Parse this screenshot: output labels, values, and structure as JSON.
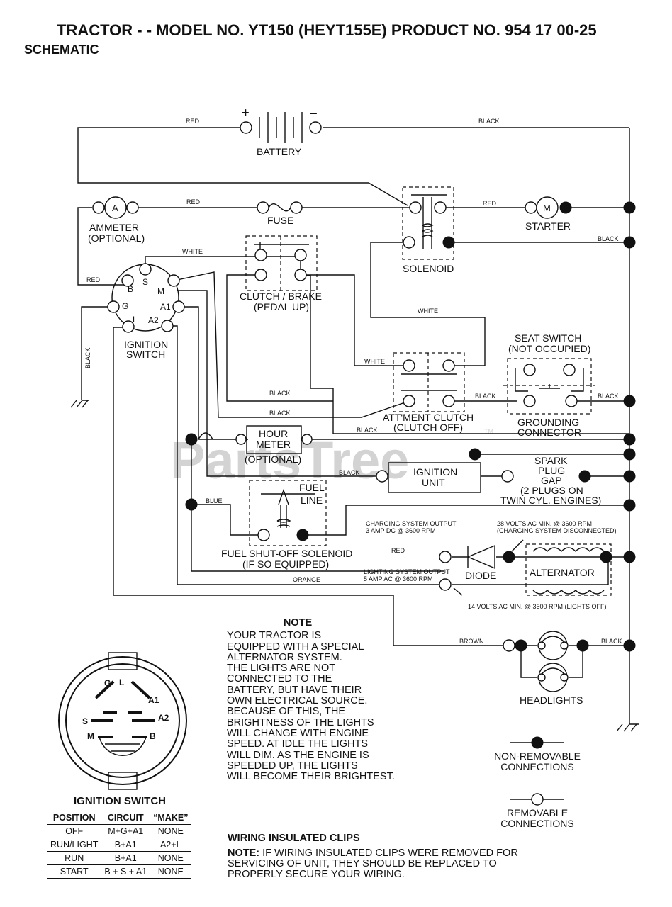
{
  "header": {
    "title": "TRACTOR - - MODEL NO. YT150 (HEYT155E) PRODUCT NO. 954 17 00-25",
    "subtitle": "SCHEMATIC"
  },
  "components": {
    "battery": "BATTERY",
    "battery_plus": "+",
    "battery_minus": "−",
    "ammeter_symbol": "A",
    "ammeter": [
      "AMMETER",
      "(OPTIONAL)"
    ],
    "fuse": "FUSE",
    "solenoid": "SOLENOID",
    "starter_symbol": "M",
    "starter": "STARTER",
    "clutch_brake": [
      "CLUTCH / BRAKE",
      "(PEDAL UP)"
    ],
    "ignition_switch": [
      "IGNITION",
      "SWITCH"
    ],
    "ignition_terminals": [
      "B",
      "S",
      "M",
      "G",
      "A1",
      "L",
      "A2"
    ],
    "seat_switch": [
      "SEAT SWITCH",
      "(NOT OCCUPIED)"
    ],
    "attachment_clutch": [
      "ATT'MENT CLUTCH",
      "(CLUTCH OFF)"
    ],
    "grounding_connector": [
      "GROUNDING",
      "CONNECTOR"
    ],
    "hour_meter": [
      "HOUR",
      "METER"
    ],
    "hour_meter_optional": "(OPTIONAL)",
    "spark_plug_gap": [
      "SPARK",
      "PLUG",
      "GAP"
    ],
    "two_plugs": [
      "(2 PLUGS ON",
      "TWIN CYL. ENGINES)"
    ],
    "ignition_unit": [
      "IGNITION",
      "UNIT"
    ],
    "fuel_line": [
      "FUEL",
      "LINE"
    ],
    "fuel_solenoid": [
      "FUEL SHUT-OFF SOLENOID",
      "(IF SO EQUIPPED)"
    ],
    "diode": "DIODE",
    "alternator": "ALTERNATOR",
    "headlights": "HEADLIGHTS"
  },
  "wire_labels": {
    "red": "RED",
    "black": "BLACK",
    "white": "WHITE",
    "blue": "BLUE",
    "orange": "ORANGE",
    "brown": "BROWN"
  },
  "specs": {
    "charging_output": [
      "CHARGING SYSTEM OUTPUT",
      "3 AMP DC @ 3600 RPM"
    ],
    "volts_28": [
      "28 VOLTS AC MIN. @ 3600 RPM",
      "(CHARGING SYSTEM DISCONNECTED)"
    ],
    "lighting_output": [
      "LIGHTING SYSTEM OUTPUT",
      "5 AMP AC @ 3600 RPM"
    ],
    "volts_14": "14 VOLTS AC MIN. @ 3600 RPM (LIGHTS OFF)"
  },
  "note": {
    "heading": "NOTE",
    "lines": [
      "YOUR TRACTOR IS",
      "EQUIPPED WITH A SPECIAL",
      "ALTERNATOR SYSTEM.",
      "THE LIGHTS ARE NOT",
      "CONNECTED TO THE",
      "BATTERY, BUT HAVE THEIR",
      "OWN ELECTRICAL SOURCE.",
      "BECAUSE OF THIS, THE",
      "BRIGHTNESS OF THE LIGHTS",
      "WILL CHANGE WITH ENGINE",
      "SPEED.  AT IDLE THE LIGHTS",
      "WILL DIM.  AS THE ENGINE IS",
      "SPEEDED UP, THE LIGHTS",
      "WILL BECOME THEIR BRIGHTEST."
    ]
  },
  "legend": {
    "non_removable": [
      "NON-REMOVABLE",
      "CONNECTIONS"
    ],
    "removable": [
      "REMOVABLE",
      "CONNECTIONS"
    ]
  },
  "ignition_diagram": {
    "title": "IGNITION SWITCH",
    "terminals": [
      "G",
      "L",
      "A1",
      "A2",
      "S",
      "M",
      "B"
    ],
    "table": {
      "headers": [
        "POSITION",
        "CIRCUIT",
        "“MAKE”"
      ],
      "rows": [
        [
          "OFF",
          "M+G+A1",
          "NONE"
        ],
        [
          "RUN/LIGHT",
          "B+A1",
          "A2+L"
        ],
        [
          "RUN",
          "B+A1",
          "NONE"
        ],
        [
          "START",
          "B + S + A1",
          "NONE"
        ]
      ]
    }
  },
  "clips": {
    "heading": "WIRING INSULATED CLIPS",
    "note_label": "NOTE:",
    "lines": [
      "IF WIRING INSULATED CLIPS WERE REMOVED FOR",
      "SERVICING OF UNIT, THEY SHOULD BE REPLACED TO",
      "PROPERLY SECURE YOUR WIRING."
    ]
  },
  "watermark": {
    "text": "PartsTree",
    "tm": "TM"
  }
}
